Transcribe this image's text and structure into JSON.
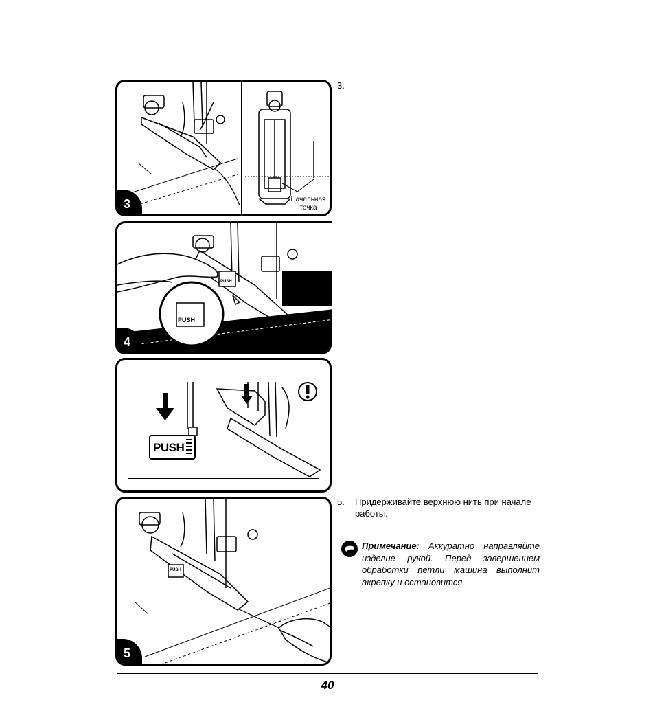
{
  "steps": [
    {
      "number": "3.",
      "text": ""
    },
    {
      "number": "5.",
      "text": "Придерживайте верхнюю нить при начале работы."
    }
  ],
  "note": {
    "label": "Примечание:",
    "text": "Аккуратно направляйте изделие рукой. Перед завершением обработки петли машина выполнит акрепку и остановится."
  },
  "figures": [
    {
      "badge": "3",
      "callout": "Начальная точка"
    },
    {
      "badge": "4",
      "button_label": "PUSH"
    },
    {
      "button_label": "PUSH"
    },
    {
      "badge": "5",
      "button_label": "PUSH"
    }
  ],
  "page_number": "40"
}
